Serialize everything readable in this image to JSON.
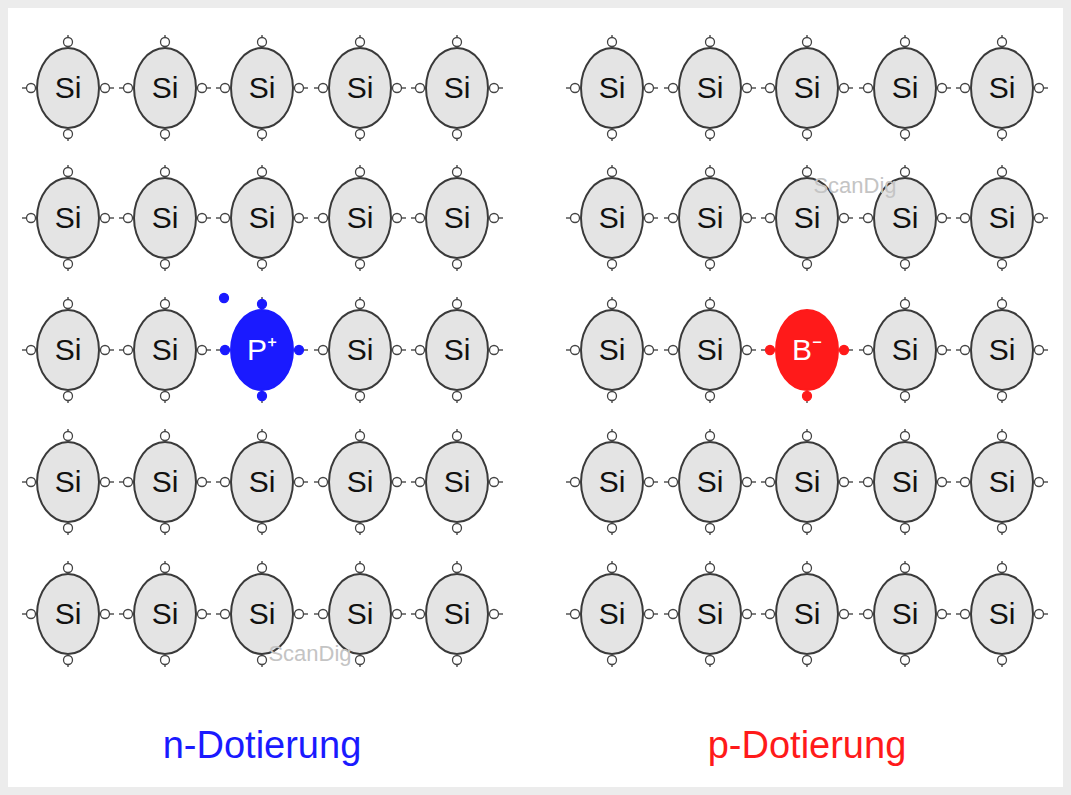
{
  "diagram": {
    "nodes": [
      {
        "text": [
          "Si"
        ]
      },
      {
        "text": [
          "Si"
        ]
      },
      {
        "text": [
          "Si"
        ]
      },
      {
        "text": [
          "Si"
        ]
      },
      {
        "text": [
          "Si"
        ]
      },
      {
        "text": [
          "Si"
        ]
      },
      {
        "text": [
          "Si"
        ]
      },
      {
        "text": [
          "Si"
        ]
      },
      {
        "text": [
          "Si"
        ]
      },
      {
        "text": [
          "Si"
        ]
      },
      {
        "text": [
          "Si"
        ]
      },
      {
        "text": [
          "Si"
        ]
      },
      {
        "text": [
          "P⁺"
        ]
      },
      {
        "text": [
          "Si"
        ]
      },
      {
        "text": [
          "Si"
        ]
      },
      {
        "text": [
          "Si"
        ]
      },
      {
        "text": [
          "Si"
        ]
      },
      {
        "text": [
          "Si"
        ]
      },
      {
        "text": [
          "Si"
        ]
      },
      {
        "text": [
          "Si"
        ]
      },
      {
        "text": [
          "Si"
        ]
      },
      {
        "text": [
          "Si"
        ]
      },
      {
        "text": [
          "Si"
        ]
      },
      {
        "text": [
          "Si"
        ]
      },
      {
        "text": [
          "Si"
        ]
      },
      {
        "text": [
          "Si"
        ]
      },
      {
        "text": [
          "Si"
        ]
      },
      {
        "text": [
          "Si"
        ]
      },
      {
        "text": [
          "Si"
        ]
      },
      {
        "text": [
          "Si"
        ]
      },
      {
        "text": [
          "Si"
        ]
      },
      {
        "text": [
          "Si"
        ]
      },
      {
        "text": [
          "Si"
        ]
      },
      {
        "text": [
          "Si"
        ]
      },
      {
        "text": [
          "Si"
        ]
      },
      {
        "text": [
          "Si"
        ]
      },
      {
        "text": [
          "Si"
        ]
      },
      {
        "text": [
          "B⁻"
        ]
      },
      {
        "text": [
          "Si"
        ]
      },
      {
        "text": [
          "Si"
        ]
      },
      {
        "text": [
          "Si"
        ]
      },
      {
        "text": [
          "Si"
        ]
      },
      {
        "text": [
          "Si"
        ]
      },
      {
        "text": [
          "Si"
        ]
      },
      {
        "text": [
          "Si"
        ]
      },
      {
        "text": [
          "Si"
        ]
      },
      {
        "text": [
          "Si"
        ]
      },
      {
        "text": [
          "Si"
        ]
      },
      {
        "text": [
          "Si"
        ]
      },
      {
        "text": [
          "Si"
        ]
      }
    ],
    "labels": [
      "n-Dotierung",
      "p-Dotierung",
      "ScanDig",
      "ScanDig"
    ]
  }
}
